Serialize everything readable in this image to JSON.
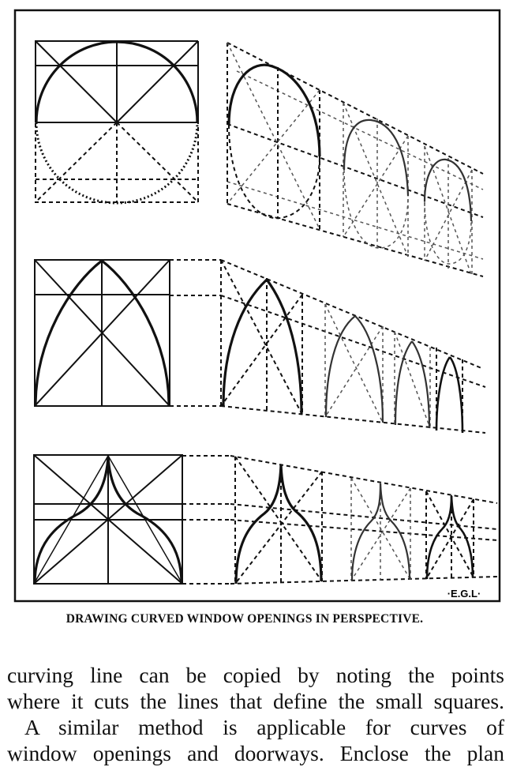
{
  "figure": {
    "signature": "·E.G.L·",
    "rows": [
      {
        "name": "circular-opening",
        "plan": "circle in square",
        "perspective_copies": 3
      },
      {
        "name": "pointed-arch-opening",
        "plan": "gothic pointed arch in square",
        "perspective_copies": 4
      },
      {
        "name": "ogee-arch-opening",
        "plan": "ogee arch in square",
        "perspective_copies": 3
      }
    ]
  },
  "caption": "DRAWING CURVED WINDOW OPENINGS IN PERSPECTIVE.",
  "body": {
    "lines": [
      "curving line can be copied by noting the points",
      "where it cuts the lines that define the small squares.",
      "A similar method is applicable for curves of",
      "window openings and doorways.  Enclose the plan"
    ]
  }
}
